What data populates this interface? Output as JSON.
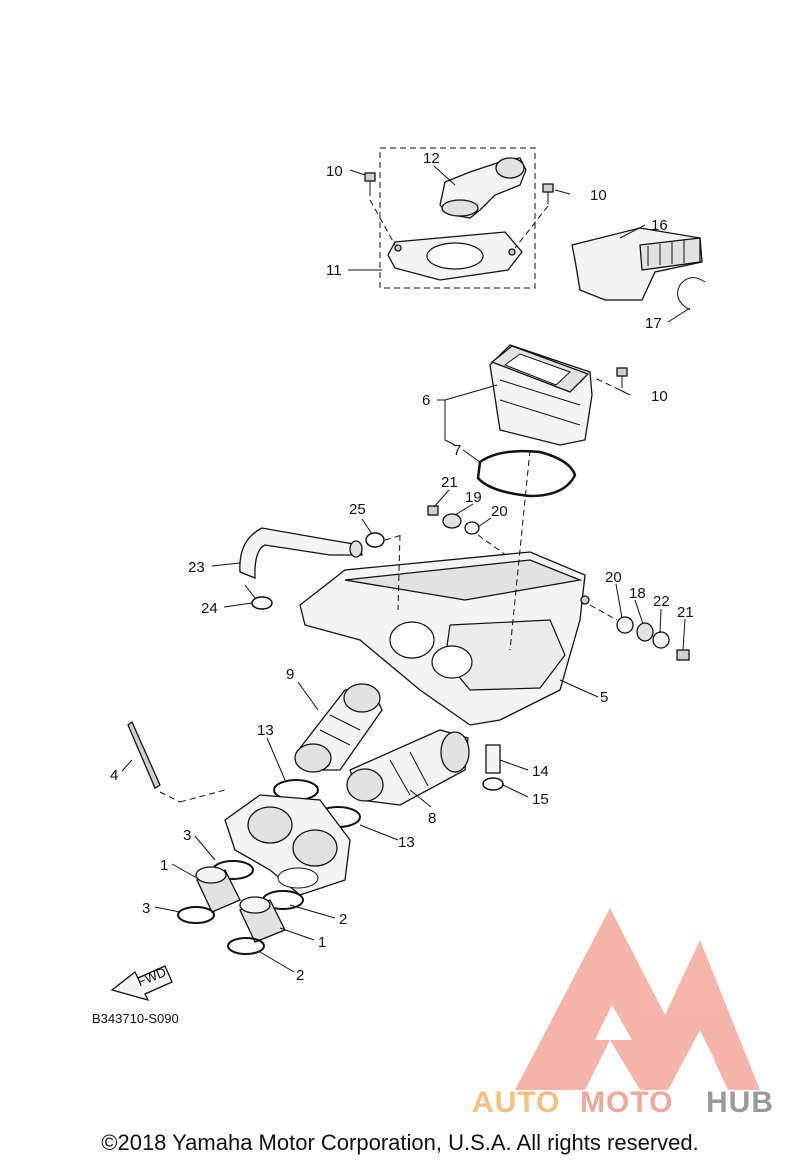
{
  "diagram": {
    "part_numbers": [
      "1",
      "2",
      "3",
      "4",
      "5",
      "6",
      "7",
      "8",
      "9",
      "10",
      "11",
      "12",
      "13",
      "14",
      "15",
      "16",
      "17",
      "18",
      "19",
      "20",
      "21",
      "22",
      "23",
      "24",
      "25"
    ],
    "labels": {
      "p10a": "10",
      "p12": "12",
      "p10b": "10",
      "p16": "16",
      "p11": "11",
      "p17": "17",
      "p6": "6",
      "p10c": "10",
      "p7": "7",
      "p21a": "21",
      "p19": "19",
      "p25": "25",
      "p20a": "20",
      "p23": "23",
      "p20b": "20",
      "p18": "18",
      "p22": "22",
      "p24": "24",
      "p21b": "21",
      "p5": "5",
      "p9": "9",
      "p13a": "13",
      "p4": "4",
      "p14": "14",
      "p15": "15",
      "p8": "8",
      "p3a": "3",
      "p13b": "13",
      "p1a": "1",
      "p3b": "3",
      "p2a": "2",
      "p1b": "1",
      "p2b": "2"
    },
    "fwd_label": "FWD",
    "drawing_code": "B343710-S090"
  },
  "watermark": {
    "part1": "AUTO",
    "part2": "MOTO",
    "part3": "HUB",
    "colors": {
      "auto": "#f7bf80",
      "moto": "#f2a898",
      "hub": "#9a9a9a",
      "logo": "#f4a79b"
    }
  },
  "footer": {
    "copyright": "©2018 Yamaha Motor Corporation, U.S.A. All rights reserved."
  }
}
